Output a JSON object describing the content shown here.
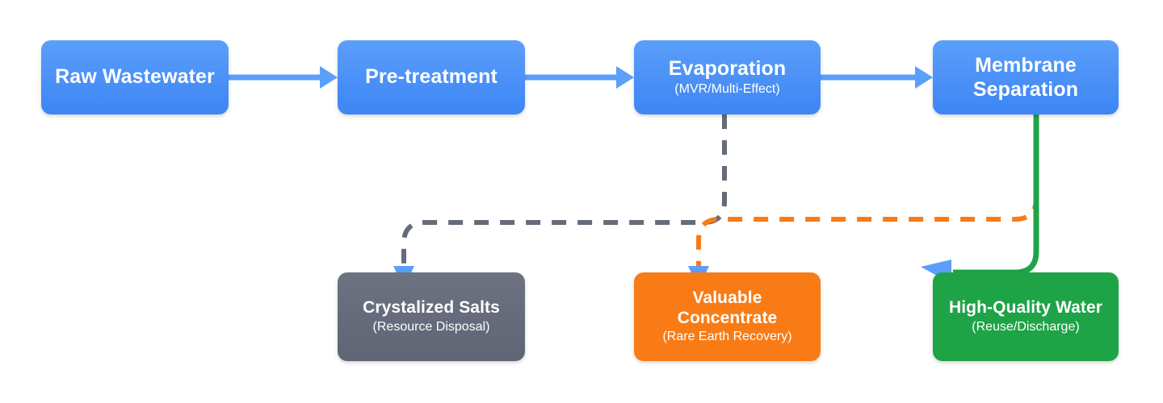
{
  "diagram": {
    "type": "flowchart",
    "orientation": "left-to-right with downward branches",
    "colors": {
      "process_blue": "#4a90f7",
      "arrow_blue": "#5b9ffa",
      "salts_gray": "#656b7a",
      "concentrate_orange": "#f97b16",
      "water_green": "#1fa347",
      "background": "#ffffff"
    },
    "nodes": [
      {
        "id": "raw-wastewater",
        "title": "Raw Wastewater",
        "subtitle": "",
        "color": "#4a90f7",
        "row": "process"
      },
      {
        "id": "pre-treatment",
        "title": "Pre-treatment",
        "subtitle": "",
        "color": "#4a90f7",
        "row": "process"
      },
      {
        "id": "evaporation",
        "title": "Evaporation",
        "subtitle": "(MVR/Multi-Effect)",
        "color": "#4a90f7",
        "row": "process"
      },
      {
        "id": "membrane-separation",
        "title": "Membrane Separation",
        "subtitle": "",
        "color": "#4a90f7",
        "row": "process"
      },
      {
        "id": "crystalized-salts",
        "title": "Crystalized Salts",
        "subtitle": "(Resource Disposal)",
        "color": "#656b7a",
        "row": "output"
      },
      {
        "id": "valuable-concentrate",
        "title": "Valuable Concentrate",
        "subtitle": "(Rare Earth Recovery)",
        "color": "#f97b16",
        "row": "output"
      },
      {
        "id": "high-quality-water",
        "title": "High-Quality Water",
        "subtitle": "(Reuse/Discharge)",
        "color": "#1fa347",
        "row": "output"
      }
    ],
    "edges": [
      {
        "id": "raw-to-pre",
        "from": "raw-wastewater",
        "to": "pre-treatment",
        "style": "solid",
        "color": "#5b9ffa",
        "arrowhead": "blue-triangle"
      },
      {
        "id": "pre-to-evap",
        "from": "pre-treatment",
        "to": "evaporation",
        "style": "solid",
        "color": "#5b9ffa",
        "arrowhead": "blue-triangle"
      },
      {
        "id": "evap-to-membrane",
        "from": "evaporation",
        "to": "membrane-separation",
        "style": "solid",
        "color": "#5b9ffa",
        "arrowhead": "blue-triangle"
      },
      {
        "id": "evap-to-salts",
        "from": "evaporation",
        "to": "crystalized-salts",
        "style": "dashed",
        "color": "#656b7a",
        "arrowhead": "blue-triangle"
      },
      {
        "id": "membrane-to-concentrate",
        "from": "membrane-separation",
        "to": "valuable-concentrate",
        "style": "dashed",
        "color": "#f97b16",
        "arrowhead": "blue-triangle"
      },
      {
        "id": "membrane-to-water",
        "from": "membrane-separation",
        "to": "high-quality-water",
        "style": "solid",
        "color": "#1fa347",
        "arrowhead": "blue-triangle"
      }
    ]
  }
}
